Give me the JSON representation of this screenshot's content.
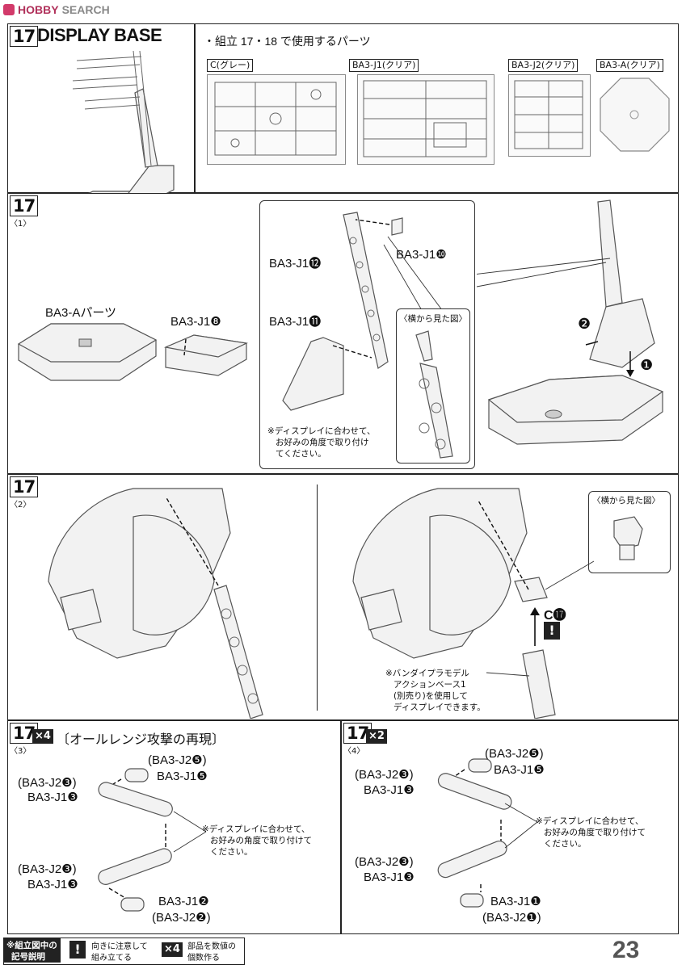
{
  "site": {
    "logo_text": "HOBBY",
    "logo_text2": "SEARCH"
  },
  "step17": {
    "number": "17",
    "title": "DISPLAY BASE",
    "parts_heading": "・組立 17・18 で使用するパーツ",
    "runners": [
      {
        "label": "C(グレー)"
      },
      {
        "label": "BA3-J1(クリア)"
      },
      {
        "label": "BA3-J2(クリア)"
      },
      {
        "label": "BA3-A(クリア)"
      }
    ]
  },
  "sub1": {
    "number": "17",
    "sub": "〈1〉",
    "ba3a_parts": "BA3-Aパーツ",
    "j1_8": "BA3-J1❽",
    "j1_12": "BA3-J1⓬",
    "j1_10": "BA3-J1❿",
    "j1_11": "BA3-J1⓫",
    "side_view": "〈横から見た図〉",
    "note_line1": "※ディスプレイに合わせて、",
    "note_line2": "お好みの角度で取り付け",
    "note_line3": "てください。",
    "step1": "❶",
    "step2": "❷"
  },
  "sub2": {
    "number": "17",
    "sub": "〈2〉",
    "side_view": "〈横から見た図〉",
    "c17": "C⓱",
    "note_line1": "※バンダイプラモデル",
    "note_line2": "アクションベース1",
    "note_line3": "(別売り)を使用して",
    "note_line4": "ディスプレイできます。"
  },
  "sub3": {
    "number": "17",
    "sub": "〈3〉",
    "mult": "×4",
    "title": "〔オールレンジ攻撃の再現〕",
    "l1": "(BA3-J2❺)",
    "l2": "BA3-J1❺",
    "l3": "(BA3-J2❸)",
    "l4": "BA3-J1❸",
    "l5": "(BA3-J2❸)",
    "l6": "BA3-J1❸",
    "l7": "BA3-J1❷",
    "l8": "(BA3-J2❷)",
    "note_line1": "※ディスプレイに合わせて、",
    "note_line2": "お好みの角度で取り付けて",
    "note_line3": "ください。"
  },
  "sub4": {
    "number": "17",
    "sub": "〈4〉",
    "mult": "×2",
    "l1": "(BA3-J2❺)",
    "l2": "BA3-J1❺",
    "l3": "(BA3-J2❸)",
    "l4": "BA3-J1❸",
    "l5": "(BA3-J2❸)",
    "l6": "BA3-J1❸",
    "l7": "BA3-J1❶",
    "l8": "(BA3-J2❶)",
    "note_line1": "※ディスプレイに合わせて、",
    "note_line2": "お好みの角度で取り付けて",
    "note_line3": "ください。"
  },
  "footer": {
    "legend_title1": "※組立図中の",
    "legend_title2": "記号説明",
    "icon1": "!",
    "icon1_text1": "向きに注意して",
    "icon1_text2": "組み立てる",
    "icon2": "×4",
    "icon2_text1": "部品を数値の",
    "icon2_text2": "個数作る",
    "page_number": "23"
  }
}
